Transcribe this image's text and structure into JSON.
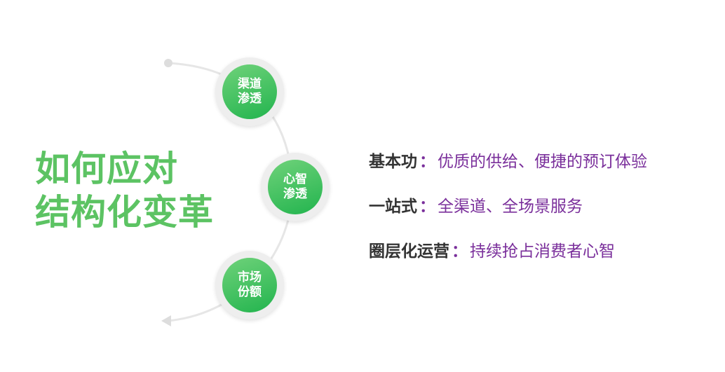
{
  "title": {
    "line1": "如何应对",
    "line2": "结构化变革"
  },
  "nodes": [
    {
      "line1": "渠道",
      "line2": "渗透"
    },
    {
      "line1": "心智",
      "line2": "渗透"
    },
    {
      "line1": "市场",
      "line2": "份额"
    }
  ],
  "points": [
    {
      "key": "基本功",
      "sep": "：",
      "value": "优质的供给、便捷的预订体验"
    },
    {
      "key": "一站式",
      "sep": "：",
      "value": "全渠道、全场景服务"
    },
    {
      "key": "圈层化运营",
      "sep": "：",
      "value": "持续抢占消费者心智"
    }
  ],
  "colors": {
    "title": "#5cc363",
    "node_gradient_start": "#6fd27a",
    "node_gradient_end": "#22b44e",
    "point_key": "#333333",
    "point_value": "#7a2f9b",
    "arc": "#e6e6e6"
  }
}
